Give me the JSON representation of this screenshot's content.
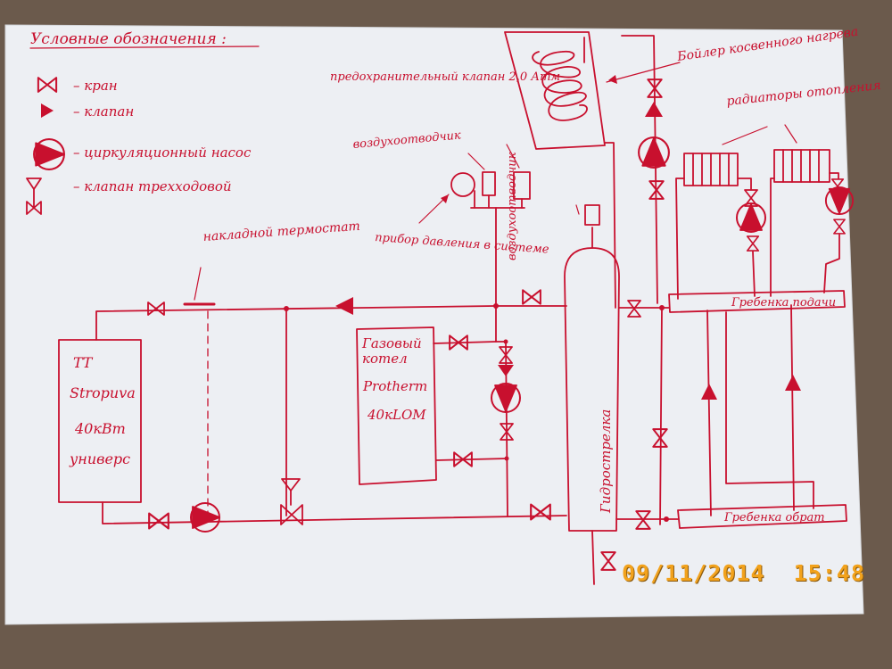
{
  "colors": {
    "ink": "#c8102e",
    "paper": "#edeff3",
    "table": "#6b5a4c",
    "stamp": "#f2a21c"
  },
  "legend": {
    "title": "Условные обозначения :",
    "items": [
      {
        "icon": "valve-icon",
        "label": "– кран"
      },
      {
        "icon": "check-valve-icon",
        "label": "– клапан"
      },
      {
        "icon": "pump-icon",
        "label": "– циркуляционный насос"
      },
      {
        "icon": "three-way-valve-icon",
        "label": "– клапан трехходовой"
      }
    ]
  },
  "labels": {
    "safety_valve": "предохранительный клапан 2,0 Атм",
    "air_vent_1": "воздухоотводчик",
    "air_vent_2": "воздухоотводчик",
    "pressure_gauge": "прибор давления в системе",
    "thermostat": "накладной термостат",
    "boiler_dhw": "Бойлер косвенного нагрева",
    "radiators": "радиаторы отопления",
    "supply_manifold": "Гребенка подачи",
    "return_manifold": "Гребенка обрат",
    "hydro_separator": "Гидрострелка"
  },
  "solid_fuel_boiler": {
    "line1": "ТТ",
    "line2": "Stropuva",
    "line3": "40кВт",
    "line4": "универс"
  },
  "gas_boiler": {
    "line1": "Газовый",
    "line2": "котел",
    "line3": "Protherm",
    "line4": "40кLOM"
  },
  "timestamp": "09/11/2014  15:48"
}
